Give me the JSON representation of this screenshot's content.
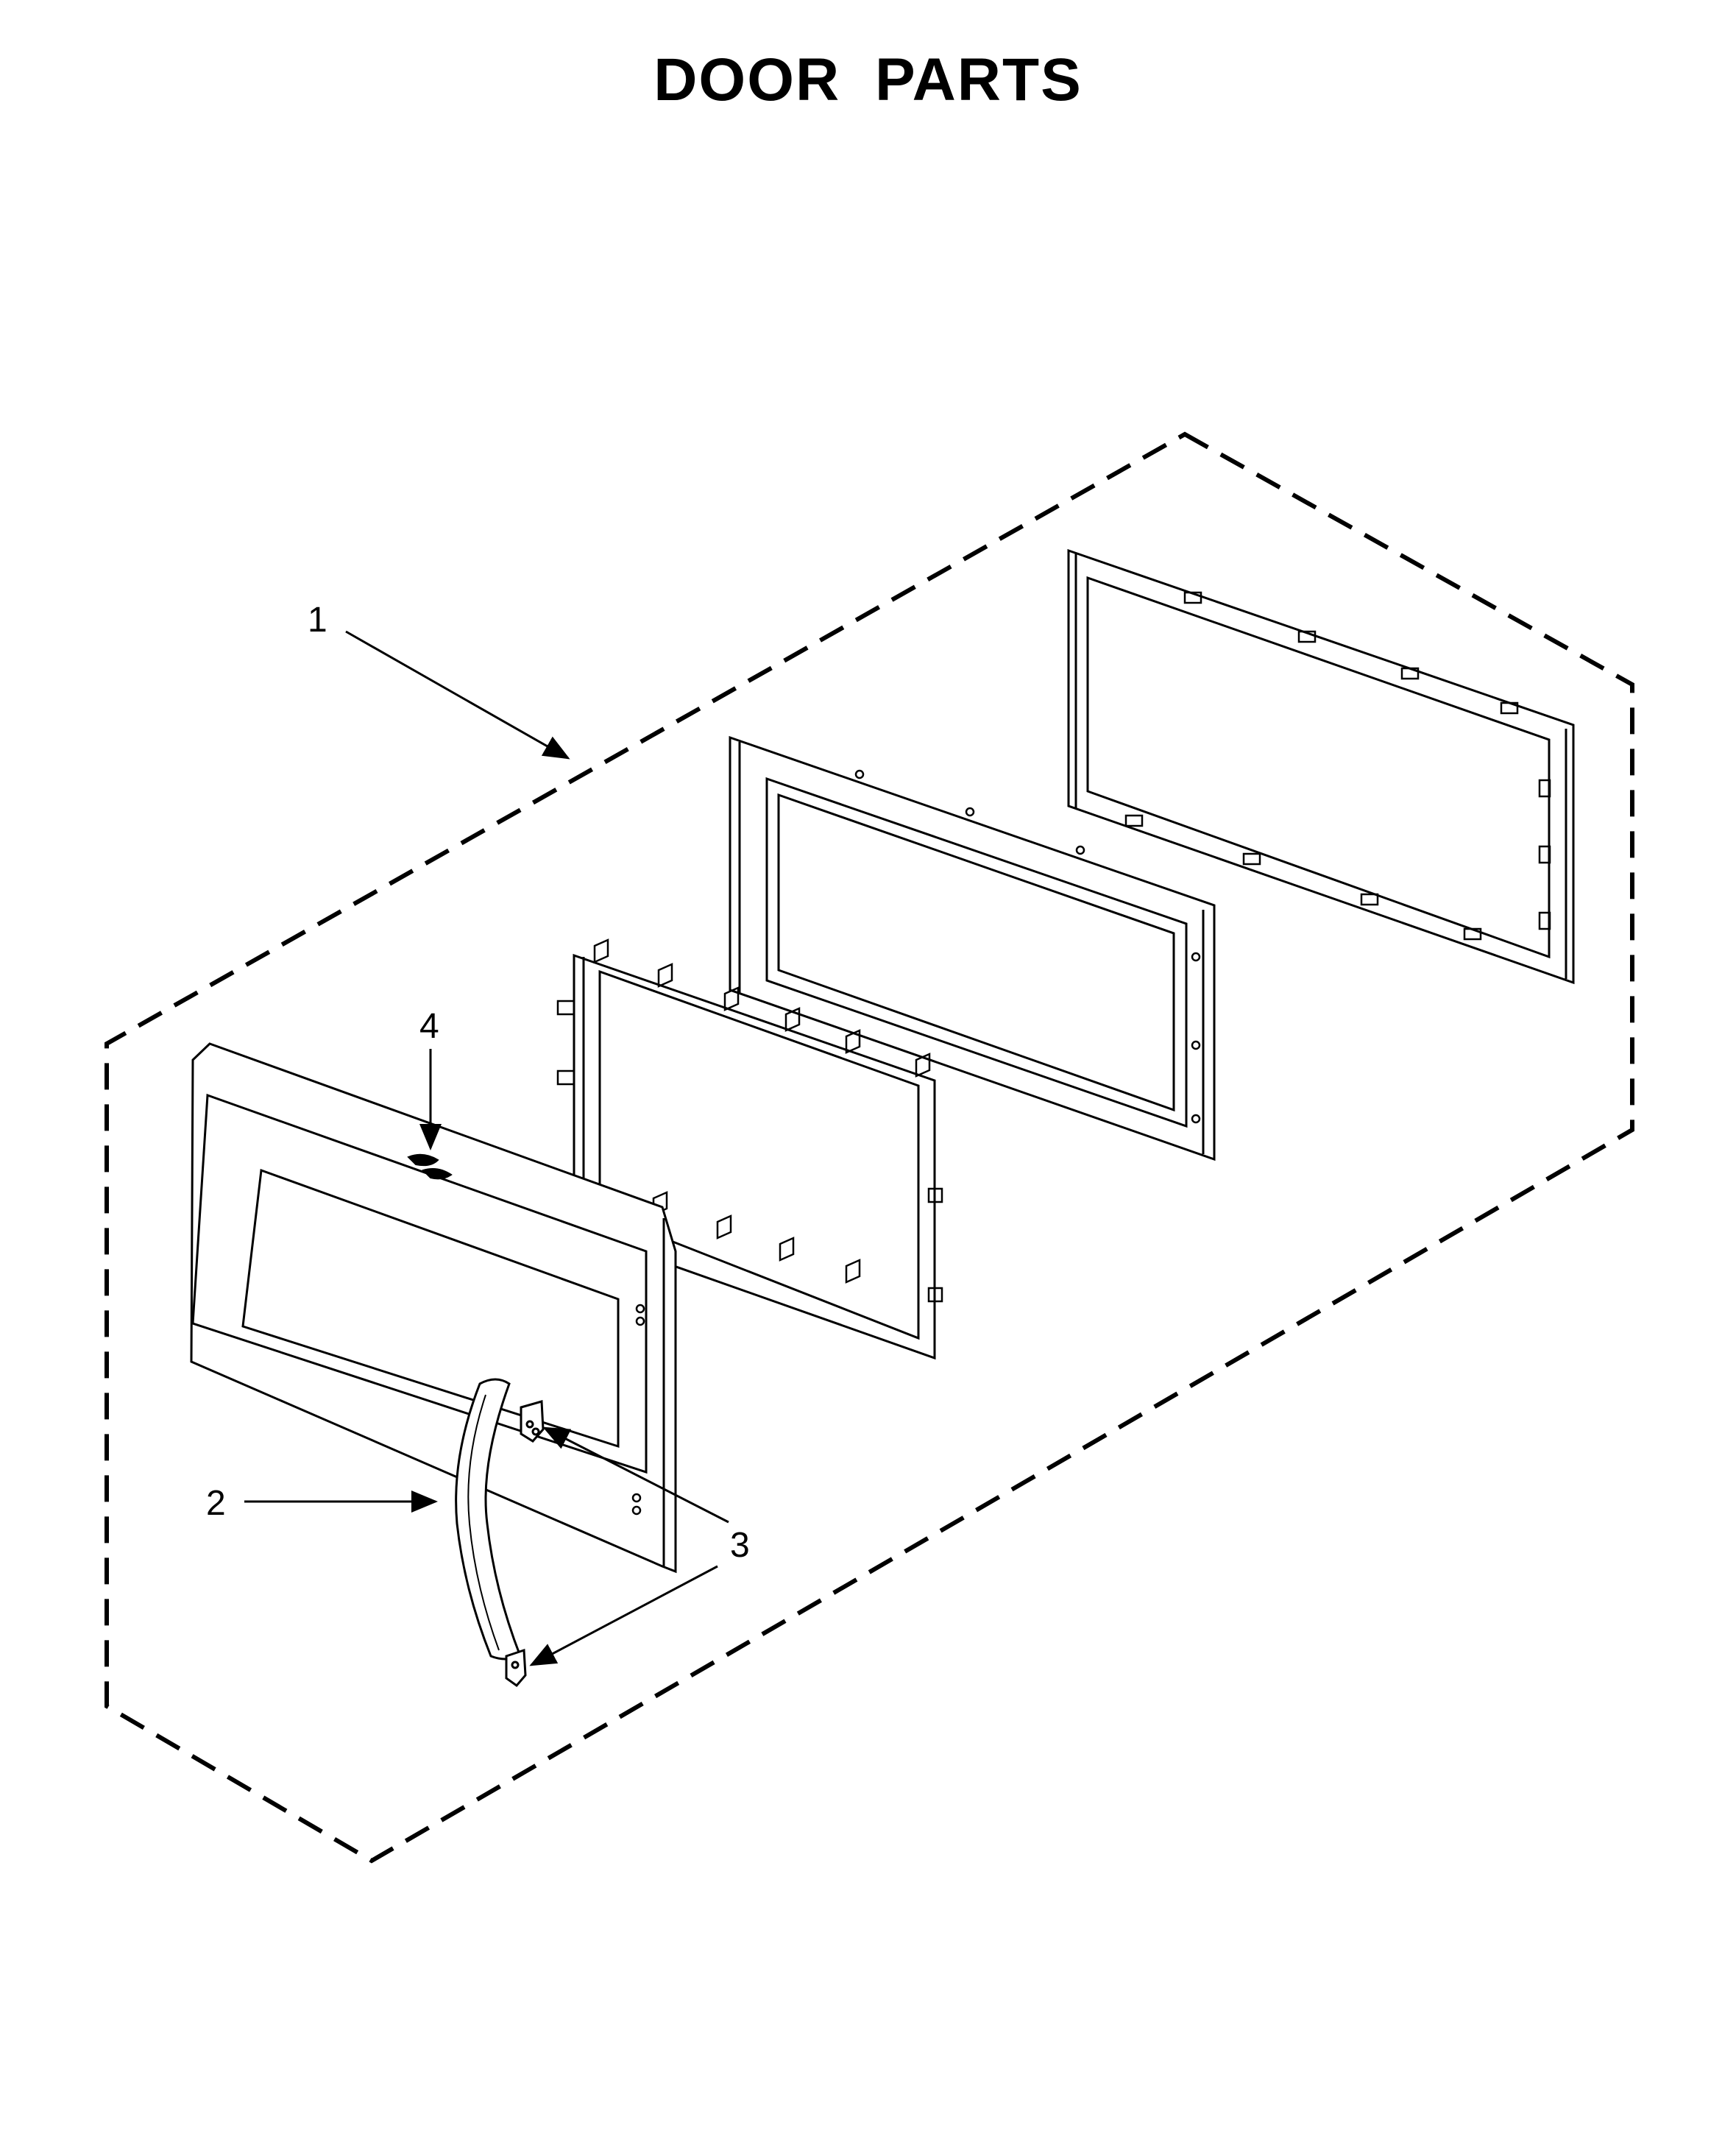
{
  "page": {
    "title": "DOOR PARTS"
  },
  "callouts": [
    {
      "number": "1",
      "part": "door-assembly"
    },
    {
      "number": "2",
      "part": "handle"
    },
    {
      "number": "3",
      "part": "handle-mount"
    },
    {
      "number": "4",
      "part": "logo-badge"
    }
  ],
  "colors": {
    "line": "#000000",
    "background": "#ffffff"
  }
}
